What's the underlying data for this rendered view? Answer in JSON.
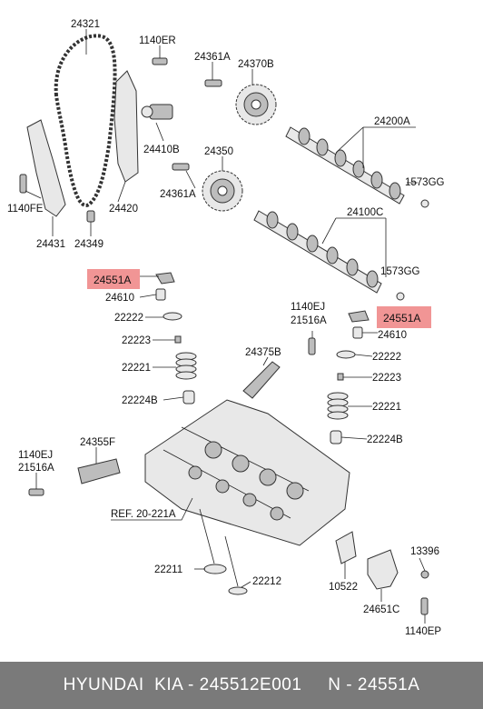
{
  "diagram": {
    "labels": {
      "l24321": "24321",
      "l1140ER": "1140ER",
      "l24361A_top": "24361A",
      "l24370B": "24370B",
      "l24200A": "24200A",
      "l24410B": "24410B",
      "l24350": "24350",
      "l24361A_mid": "24361A",
      "l1573GG_top": "1573GG",
      "l1140FE": "1140FE",
      "l24420": "24420",
      "l24100C": "24100C",
      "l24431": "24431",
      "l24349": "24349",
      "l1573GG_mid": "1573GG",
      "l24610_left": "24610",
      "l22222_left": "22222",
      "l22223_left": "22223",
      "l22221_left": "22221",
      "l22224B_left": "22224B",
      "l1140EJ_mid": "1140EJ",
      "l21516A_mid": "21516A",
      "l24610_right": "24610",
      "l24375B": "24375B",
      "l22222_right": "22222",
      "l22223_right": "22223",
      "l22221_right": "22221",
      "l22224B_right": "22224B",
      "l1140EJ_left": "1140EJ",
      "l21516A_left": "21516A",
      "l24355F": "24355F",
      "lREF": "REF. 20-221A",
      "l13396": "13396",
      "l22211": "22211",
      "l22212": "22212",
      "l10522": "10522",
      "l24651C": "24651C",
      "l1140EP": "1140EP"
    },
    "highlighted": {
      "left": "24551A",
      "right": "24551A",
      "color": "#f08a8a"
    }
  },
  "footer": {
    "text": "HYUNDAI  KIA - 245512E001     N - 24551A",
    "background": "#7a7a7a"
  }
}
